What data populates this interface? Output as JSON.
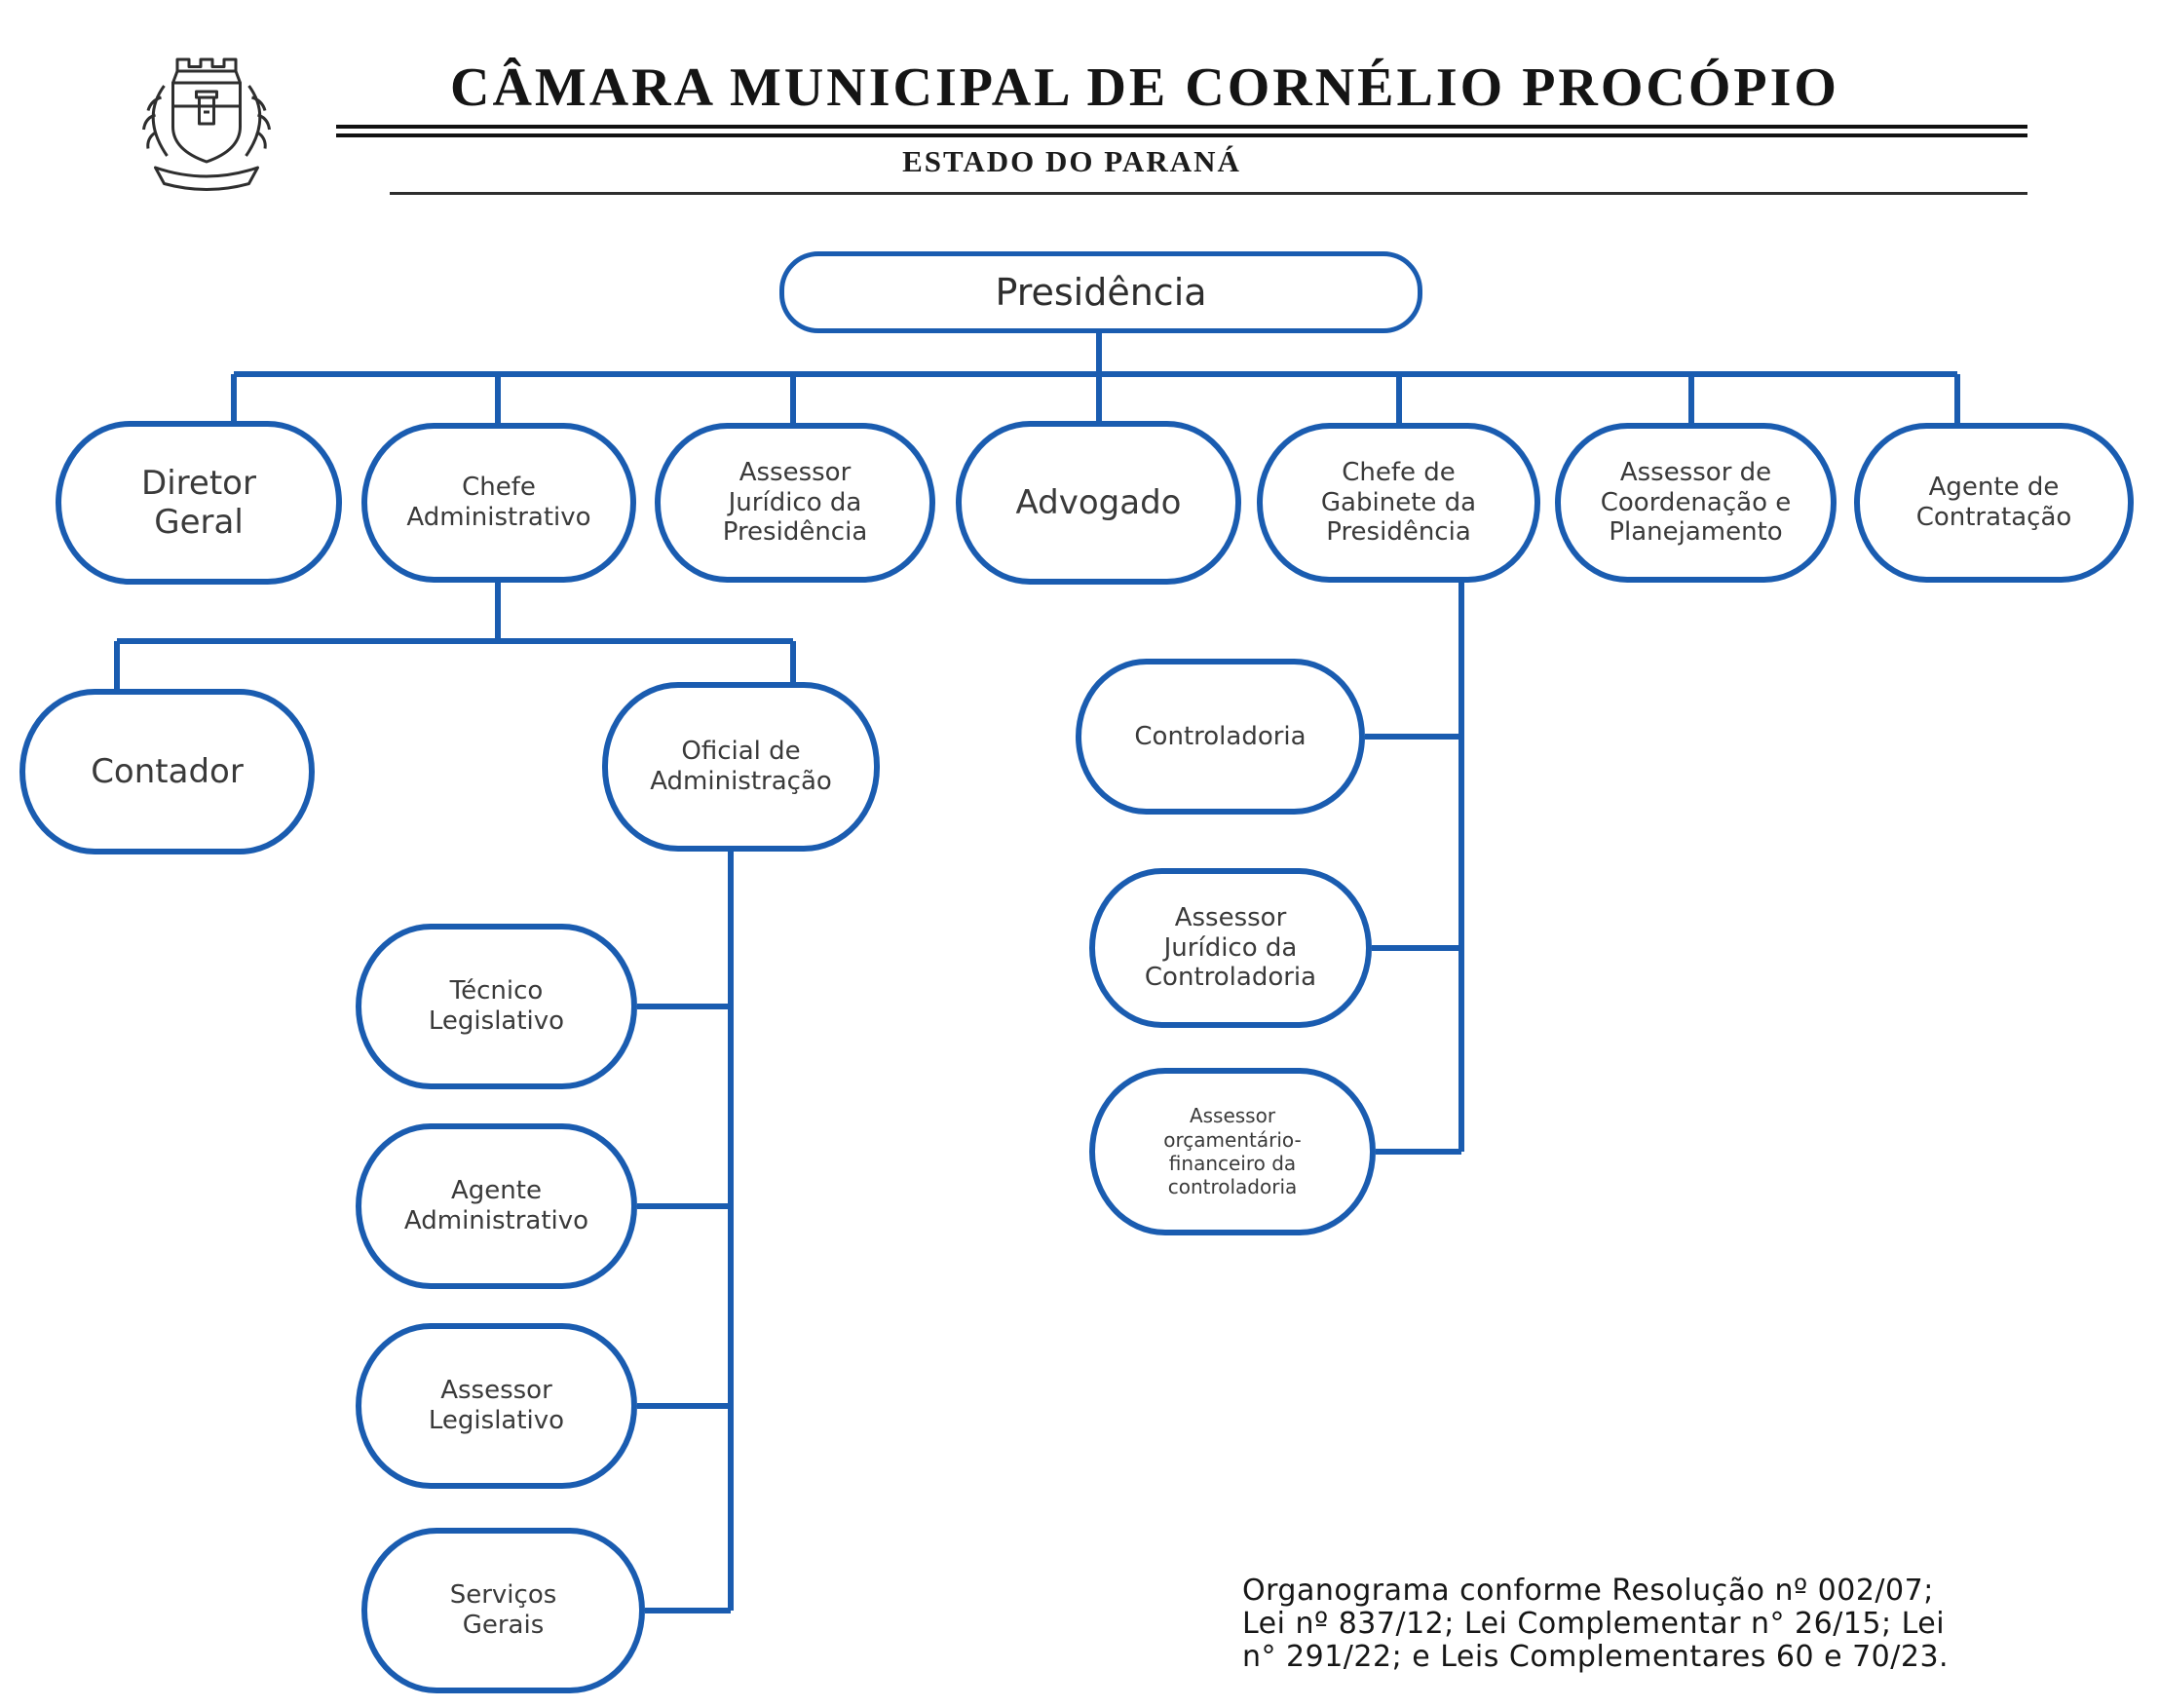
{
  "accent_color": "#1a5cb0",
  "header": {
    "title": "CÂMARA MUNICIPAL DE CORNÉLIO PROCÓPIO",
    "subtitle": "ESTADO DO PARANÁ",
    "logo_icon": "coat-of-arms-icon"
  },
  "nodes": {
    "presidencia": {
      "label": "Presidência"
    },
    "diretor_geral": {
      "label": "Diretor Geral"
    },
    "chefe_administrativo": {
      "label": "Chefe Administrativo"
    },
    "assessor_juridico_presidencia": {
      "label": "Assessor Jurídico da Presidência"
    },
    "advogado": {
      "label": "Advogado"
    },
    "chefe_gabinete": {
      "label": "Chefe de Gabinete da Presidência"
    },
    "assessor_coordenacao": {
      "label": "Assessor de Coordenação e Planejamento"
    },
    "agente_contratacao": {
      "label": "Agente de Contratação"
    },
    "contador": {
      "label": "Contador"
    },
    "oficial_administracao": {
      "label": "Oficial de Administração"
    },
    "tecnico_legislativo": {
      "label": "Técnico Legislativo"
    },
    "agente_administrativo": {
      "label": "Agente Administrativo"
    },
    "assessor_legislativo": {
      "label": "Assessor Legislativo"
    },
    "servicos_gerais": {
      "label": "Serviços Gerais"
    },
    "controladoria": {
      "label": "Controladoria"
    },
    "assessor_juridico_controladoria": {
      "label": "Assessor Jurídico da Controladoria"
    },
    "assessor_orcamentario": {
      "label": "Assessor orçamentário-financeiro da controladoria"
    }
  },
  "hierarchy": {
    "presidencia": [
      "diretor_geral",
      "chefe_administrativo",
      "assessor_juridico_presidencia",
      "advogado",
      "chefe_gabinete",
      "assessor_coordenacao",
      "agente_contratacao"
    ],
    "chefe_administrativo": [
      "contador",
      "oficial_administracao"
    ],
    "oficial_administracao": [
      "tecnico_legislativo",
      "agente_administrativo",
      "assessor_legislativo",
      "servicos_gerais"
    ],
    "chefe_gabinete": [
      "controladoria",
      "assessor_juridico_controladoria",
      "assessor_orcamentario"
    ]
  },
  "footnote_lines": [
    "Organograma conforme Resolução nº 002/07;",
    "Lei nº 837/12; Lei Complementar n° 26/15; Lei",
    "n° 291/22; e Leis Complementares 60 e 70/23."
  ]
}
